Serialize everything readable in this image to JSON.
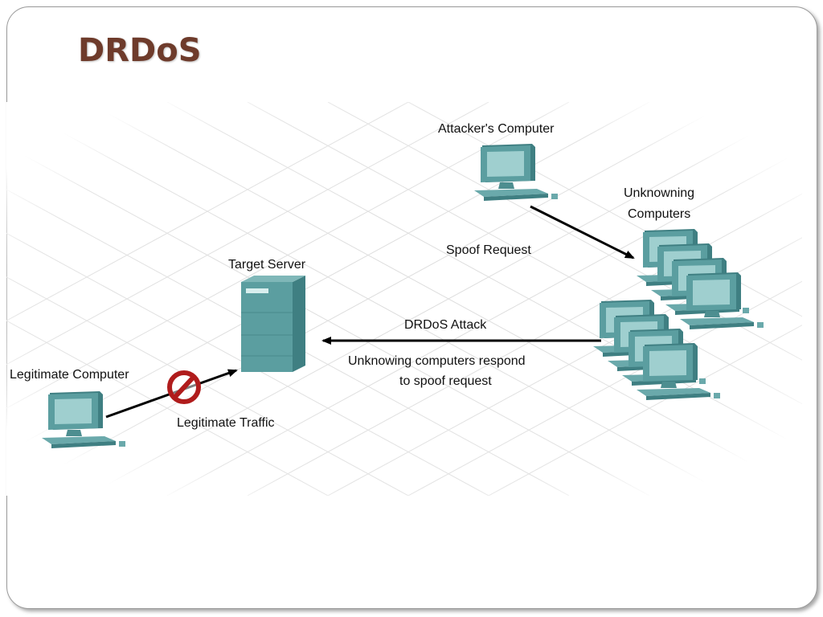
{
  "slide": {
    "title": "DRDoS"
  },
  "diagram": {
    "labels": {
      "attacker": "Attacker's Computer",
      "unknowning_line1": "Unknowning",
      "unknowning_line2": "Computers",
      "spoof_request": "Spoof Request",
      "target_server": "Target Server",
      "drdos_attack": "DRDoS Attack",
      "respond_line1": "Unknowing computers respond",
      "respond_line2": "to spoof request",
      "legitimate_computer": "Legitimate Computer",
      "legitimate_traffic": "Legitimate Traffic"
    },
    "colors": {
      "device": "#5b9ea0",
      "device_dark": "#3f7f82",
      "screen": "#9fcfcf",
      "blocked": "#b01c1c",
      "arrow": "#000000",
      "grid": "#d8d8d8",
      "title": "#6e3b2b"
    }
  }
}
